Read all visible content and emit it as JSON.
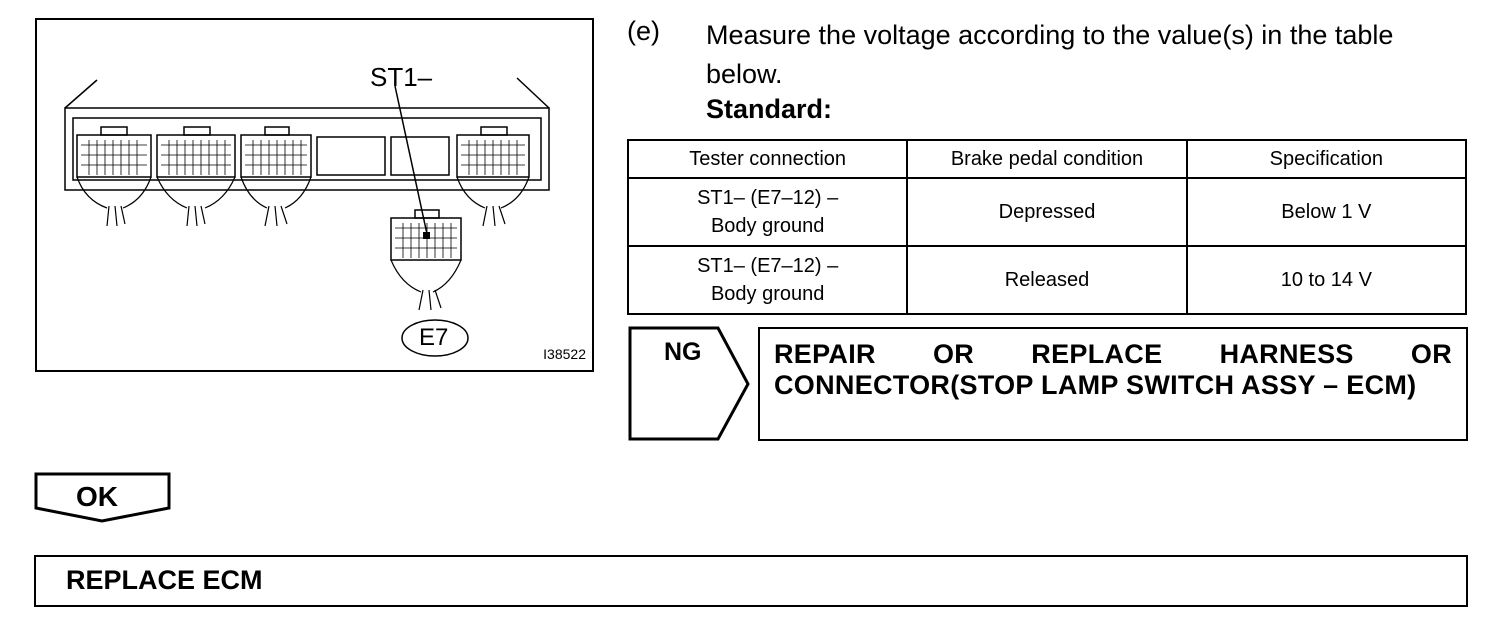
{
  "figure": {
    "terminal_label": "ST1–",
    "connector_label": "E7",
    "figure_id": "I38522"
  },
  "step": {
    "letter": "(e)",
    "text": "Measure the voltage according to the value(s) in the table below.",
    "standard_label": "Standard:"
  },
  "table": {
    "headers": [
      "Tester connection",
      "Brake pedal condition",
      "Specification"
    ],
    "rows": [
      {
        "connection_line1": "ST1– (E7–12) –",
        "connection_line2": "Body ground",
        "condition": "Depressed",
        "spec": "Below 1 V"
      },
      {
        "connection_line1": "ST1– (E7–12) –",
        "connection_line2": "Body ground",
        "condition": "Released",
        "spec": "10 to 14 V"
      }
    ]
  },
  "ng": {
    "label": "NG",
    "action": "REPAIR OR REPLACE HARNESS OR CONNECTOR(STOP LAMP SWITCH ASSY – ECM)"
  },
  "ok": {
    "label": "OK",
    "action": "REPLACE ECM"
  }
}
